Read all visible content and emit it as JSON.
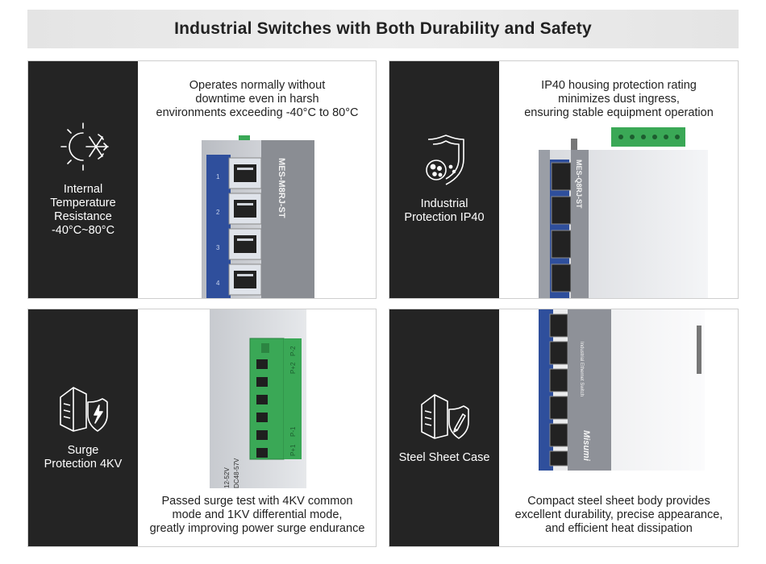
{
  "page": {
    "title": "Industrial Switches with Both Durability and Safety"
  },
  "cards": [
    {
      "label_lines": [
        "Internal",
        "Temperature",
        "Resistance",
        "-40°C~80°C"
      ],
      "icon": "snowflake-sun-icon",
      "desc_lines": [
        "Operates normally without",
        "downtime even in harsh",
        "environments exceeding -40°C to 80°C"
      ],
      "device_model": "MES-M8RJ-ST",
      "port_numbers": [
        "1",
        "2",
        "3",
        "4"
      ]
    },
    {
      "label_lines": [
        "Industrial",
        "Protection IP40"
      ],
      "icon": "shield-dust-icon",
      "desc_lines": [
        "IP40 housing protection rating",
        "minimizes dust ingress,",
        "ensuring stable equipment operation"
      ],
      "device_model": "MES-Q8RJ-ST"
    },
    {
      "label_lines": [
        "Surge",
        "Protection 4KV"
      ],
      "icon": "building-shield-bolt-icon",
      "desc_lines": [
        "Passed surge test with 4KV common",
        "mode and 1KV differential mode,",
        "greatly improving power surge endurance"
      ],
      "terminal_labels": [
        "P+2",
        "P-2",
        "P+1",
        "P-1"
      ],
      "voltage_labels": [
        "12-52V",
        "DC48-57V"
      ]
    },
    {
      "label_lines": [
        "Steel Sheet Case"
      ],
      "icon": "building-shield-pen-icon",
      "desc_lines": [
        "Compact steel sheet body provides",
        "excellent durability, precise appearance,",
        "and efficient heat dissipation"
      ],
      "device_brand": "Misumi",
      "device_caption": "Industrial Ethernet Switch"
    }
  ],
  "colors": {
    "sidebar": "#242424",
    "port_panel": "#2f4f9c",
    "terminal_green": "#3aa856",
    "housing": "#d8dade"
  }
}
